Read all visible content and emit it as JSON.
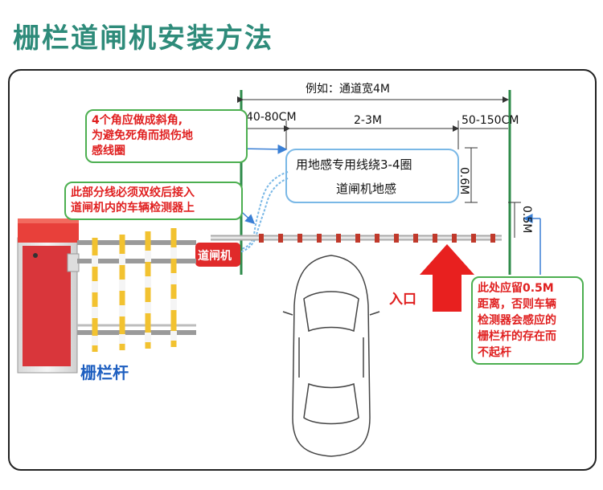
{
  "title": "栅栏道闸机安装方法",
  "example_width": "例如：通道宽4M",
  "dim_left": "40-80CM",
  "dim_mid": "2-3M",
  "dim_right": "50-150CM",
  "dim_vertical_1": "0.6M",
  "dim_vertical_2": "0.5M",
  "loop_text_1": "用地感专用线绕3-4圈",
  "loop_text_2": "道闸机地感",
  "note_corners": [
    "4个角应做成斜角,",
    "为避免死角而损伤地",
    "感线圈"
  ],
  "note_twist": [
    "此部分线必须双绞后接入",
    "道闸机内的车辆检测器上"
  ],
  "note_distance": [
    "此处应留0.5M",
    "距离，否则车辆",
    "检测器会感应的",
    "栅栏杆的存在而",
    "不起杆"
  ],
  "gate_label": "道闸机",
  "fence_label": "栅栏杆",
  "entrance_label": "入口",
  "colors": {
    "title": "#2e8b7a",
    "note_border": "#4caf50",
    "note_text": "#e02020",
    "loop_border": "#7ab8e6",
    "arrow": "#e02020"
  }
}
